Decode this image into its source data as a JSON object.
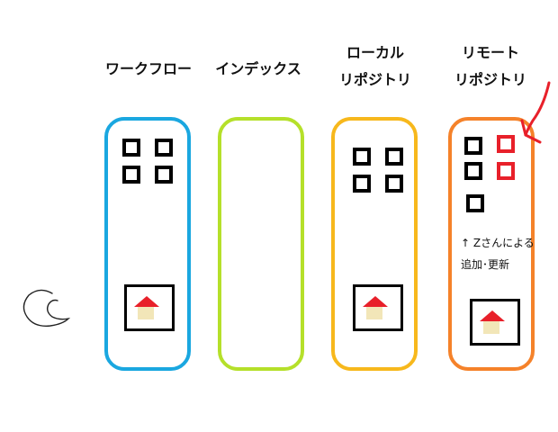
{
  "columns": [
    {
      "id": "workflow",
      "title_lines": [
        "ワークフロー"
      ],
      "color": "#1aa7e0"
    },
    {
      "id": "index",
      "title_lines": [
        "インデックス"
      ],
      "color": "#b5e02a"
    },
    {
      "id": "local",
      "title_lines": [
        "ローカル",
        "リポジトリ"
      ],
      "color": "#f7b81c"
    },
    {
      "id": "remote",
      "title_lines": [
        "リモート",
        "リポジトリ"
      ],
      "color": "#f5822a"
    }
  ],
  "remote_note": {
    "line1": "↑ Zさんによる",
    "line2": "追加･更新"
  },
  "colors": {
    "new_file": "#e8202a",
    "file": "#000000",
    "roof": "#e8202a",
    "house_body": "#f2e6b8",
    "arrow": "#e8202a"
  },
  "icons": [
    "file-icon",
    "house-icon",
    "annotation-arrow-icon",
    "cursor-scribble-icon"
  ]
}
